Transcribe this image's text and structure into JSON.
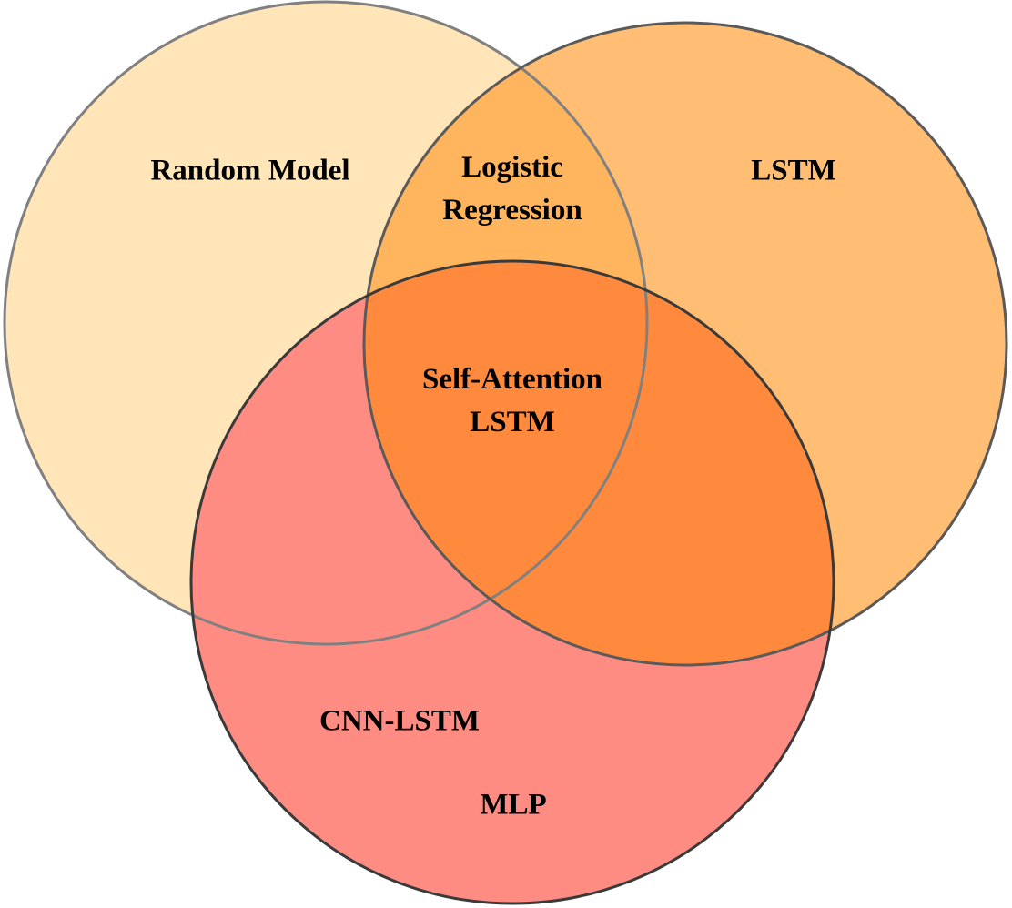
{
  "diagram": {
    "type": "venn",
    "sets": [
      {
        "id": "left",
        "fill": "#FFE5B8",
        "stroke": "#808080"
      },
      {
        "id": "right",
        "fill": "#FFBE74",
        "stroke": "#5a5a5a"
      },
      {
        "id": "bottom",
        "fill": "#FF8C82",
        "stroke": "#3a3a3a"
      }
    ],
    "regions": {
      "left_only": [
        "Random Model"
      ],
      "left_right": [
        "Logistic",
        "Regression"
      ],
      "right_only": [
        "LSTM"
      ],
      "all_three": [
        "Self-Attention",
        "LSTM"
      ],
      "bottom_only_1": [
        "CNN-LSTM"
      ],
      "bottom_only_2": [
        "MLP"
      ]
    },
    "overlap_colors": {
      "left_right": "#FFB55E",
      "left_bottom": "#FF8C82",
      "right_bottom": "#FF8A3D",
      "all_three": "#FF8A3D"
    }
  }
}
